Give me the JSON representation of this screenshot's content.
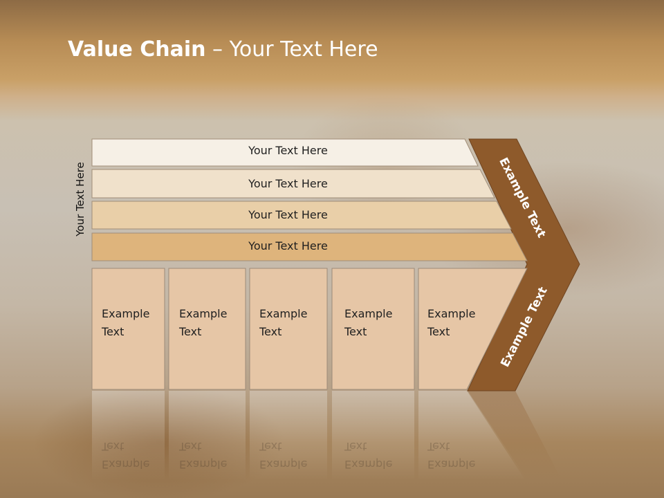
{
  "slide": {
    "title_bold": "Value Chain",
    "title_rest": " – Your Text Here",
    "side_label": "Your Text Here"
  },
  "support_rows": [
    {
      "label": "Your Text Here",
      "color": "#f6f0e6"
    },
    {
      "label": "Your Text Here",
      "color": "#f0e1cb"
    },
    {
      "label": "Your Text Here",
      "color": "#e9cfa8"
    },
    {
      "label": "Your Text Here",
      "color": "#deb47c"
    }
  ],
  "primary_columns": [
    {
      "line1": "Example",
      "line2": "Text"
    },
    {
      "line1": "Example",
      "line2": "Text"
    },
    {
      "line1": "Example",
      "line2": "Text"
    },
    {
      "line1": "Example",
      "line2": "Text"
    },
    {
      "line1": "Example",
      "line2": "Text"
    }
  ],
  "margin_arrow": {
    "upper_label": "Example Text",
    "lower_label": "Example Text",
    "color": "#8e5a2b"
  },
  "colors": {
    "column_fill": "#e6c6a6",
    "column_border": "#9c8a78"
  }
}
